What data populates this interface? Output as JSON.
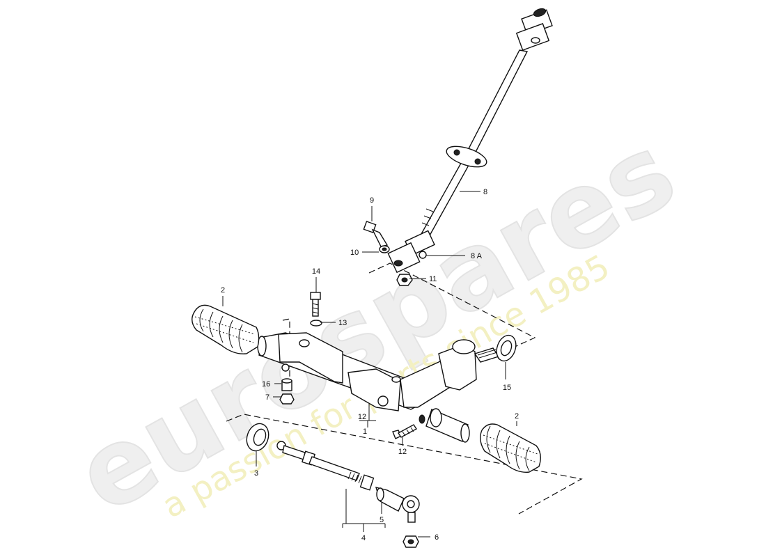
{
  "watermark": {
    "brand": "eurospares",
    "tagline": "a passion for parts since 1985"
  },
  "callouts": [
    {
      "id": "c1",
      "text": "9"
    },
    {
      "id": "c2",
      "text": "8"
    },
    {
      "id": "c3",
      "text": "10"
    },
    {
      "id": "c4",
      "text": "8 A"
    },
    {
      "id": "c5",
      "text": "11"
    },
    {
      "id": "c6",
      "text": "14"
    },
    {
      "id": "c7",
      "text": "2"
    },
    {
      "id": "c8",
      "text": "13"
    },
    {
      "id": "c9",
      "text": "16"
    },
    {
      "id": "c10",
      "text": "7"
    },
    {
      "id": "c11",
      "text": "12"
    },
    {
      "id": "c12",
      "text": "1"
    },
    {
      "id": "c13",
      "text": "15"
    },
    {
      "id": "c14",
      "text": "2"
    },
    {
      "id": "c15",
      "text": "12"
    },
    {
      "id": "c16",
      "text": "3"
    },
    {
      "id": "c17",
      "text": "5"
    },
    {
      "id": "c18",
      "text": "4"
    },
    {
      "id": "c19",
      "text": "6"
    }
  ]
}
